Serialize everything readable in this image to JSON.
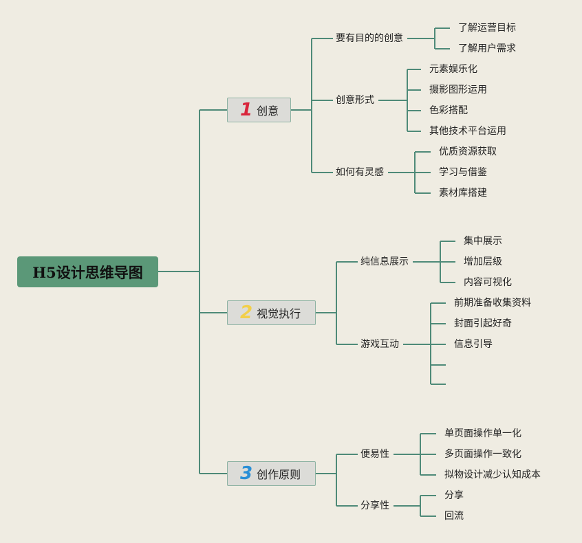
{
  "root": {
    "label": "H5设计思维导图"
  },
  "branches": [
    {
      "number": "1",
      "number_color": "#d9253b",
      "label": "创意",
      "children": [
        {
          "label": "要有目的的创意",
          "leaves": [
            "了解运营目标",
            "了解用户需求"
          ]
        },
        {
          "label": "创意形式",
          "leaves": [
            "元素娱乐化",
            "摄影图形运用",
            "色彩搭配",
            "其他技术平台运用"
          ]
        },
        {
          "label": "如何有灵感",
          "leaves": [
            "优质资源获取",
            "学习与借鉴",
            "素材库搭建"
          ]
        }
      ]
    },
    {
      "number": "2",
      "number_color": "#f2cf4a",
      "label": "视觉执行",
      "children": [
        {
          "label": "纯信息展示",
          "leaves": [
            "集中展示",
            "增加层级",
            "内容可视化"
          ]
        },
        {
          "label": "游戏互动",
          "leaves": [
            "前期准备收集资料",
            "封面引起好奇",
            "信息引导",
            "",
            ""
          ]
        }
      ]
    },
    {
      "number": "3",
      "number_color": "#2a8fd6",
      "label": "创作原则",
      "children": [
        {
          "label": "便易性",
          "leaves": [
            "单页面操作单一化",
            "多页面操作一致化",
            "拟物设计减少认知成本"
          ]
        },
        {
          "label": "分享性",
          "leaves": [
            "分享",
            "回流"
          ]
        }
      ]
    }
  ],
  "colors": {
    "line": "#4e8a78",
    "root_bg": "#5b9878",
    "background": "#efece2"
  }
}
